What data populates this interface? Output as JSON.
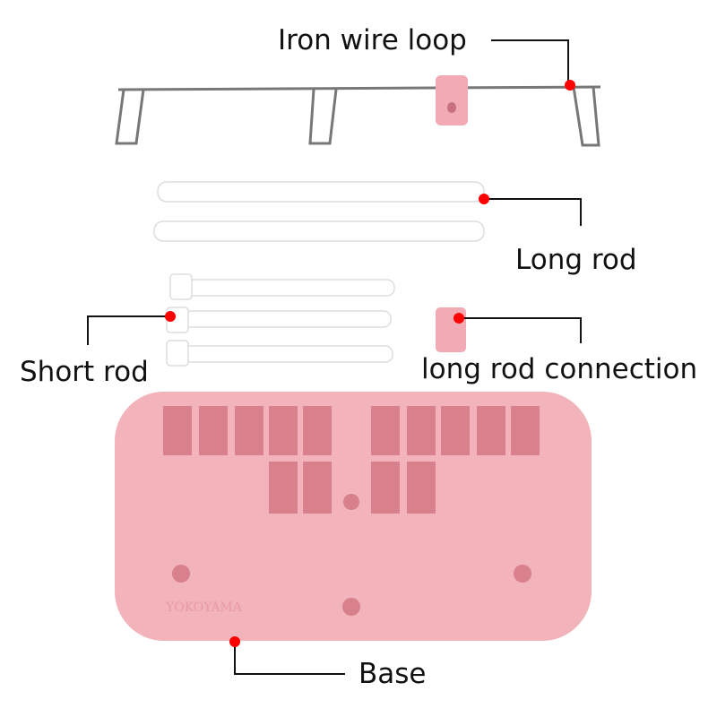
{
  "labels": {
    "iron_wire_loop": "Iron wire loop",
    "long_rod": "Long rod",
    "short_rod": "Short rod",
    "long_rod_connection": "long rod connection",
    "base": "Base"
  },
  "base_brand": "YOKOYAMA",
  "colors": {
    "pink": "#f2b3bb",
    "marker": "#ff0000",
    "rod": "#ffffff"
  }
}
